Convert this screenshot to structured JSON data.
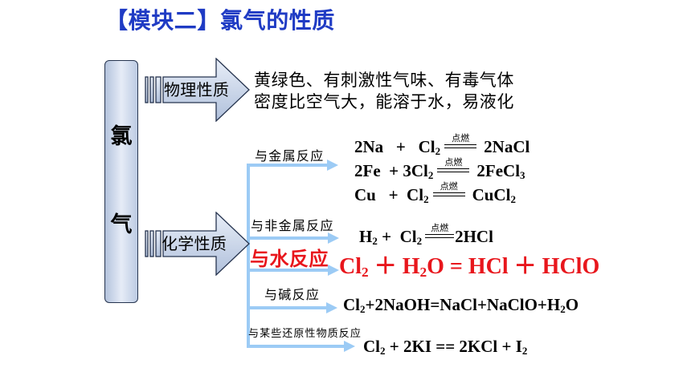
{
  "title": "【模块二】氯气的性质",
  "subject": {
    "first": "氯",
    "second": "气"
  },
  "physical": {
    "label": "物理性质",
    "lines": [
      "黄绿色、有刺激性气味、有毒气体",
      "密度比空气大，能溶于水，易液化"
    ]
  },
  "chemical": {
    "label": "化学性质",
    "branches": [
      {
        "label": "与金属反应",
        "equations": [
          [
            {
              "t": "2Na   +   Cl"
            },
            {
              "sub": "2"
            },
            {
              "cond": "点燃"
            },
            {
              "t": "2NaCl"
            }
          ],
          [
            {
              "t": "2Fe  + 3Cl"
            },
            {
              "sub": "2"
            },
            {
              "cond": "点燃"
            },
            {
              "t": "2FeCl"
            },
            {
              "sub": "3"
            }
          ],
          [
            {
              "t": "Cu   +  Cl"
            },
            {
              "sub": "2"
            },
            {
              "cond": "点燃"
            },
            {
              "t": "CuCl"
            },
            {
              "sub": "2"
            }
          ]
        ]
      },
      {
        "label": "与非金属反应",
        "equations": [
          [
            {
              "t": "H"
            },
            {
              "sub": "2"
            },
            {
              "t": " +  Cl"
            },
            {
              "sub": "2"
            },
            {
              "cond": "点燃"
            },
            {
              "t": "2HCl"
            }
          ]
        ]
      },
      {
        "label": "与水反应",
        "equations": [
          [
            {
              "t": "Cl"
            },
            {
              "sub": "2"
            },
            {
              "t": " ＋ H"
            },
            {
              "sub": "2"
            },
            {
              "t": "O = HCl ＋ HClO"
            }
          ]
        ]
      },
      {
        "label": "与碱反应",
        "equations": [
          [
            {
              "t": "Cl"
            },
            {
              "sub": "2"
            },
            {
              "t": "+2NaOH=NaCl+NaClO+H"
            },
            {
              "sub": "2"
            },
            {
              "t": "O"
            }
          ]
        ]
      },
      {
        "label": "与某些还原性物质反应",
        "equations": [
          [
            {
              "t": "Cl"
            },
            {
              "sub": "2"
            },
            {
              "t": " + 2KI == 2KCl + I"
            },
            {
              "sub": "2"
            }
          ]
        ]
      }
    ]
  },
  "colors": {
    "title": "#1F3BC4",
    "highlight": "#E8161C",
    "connector": "#9CCBF5",
    "shape_outline": "#26344F"
  }
}
